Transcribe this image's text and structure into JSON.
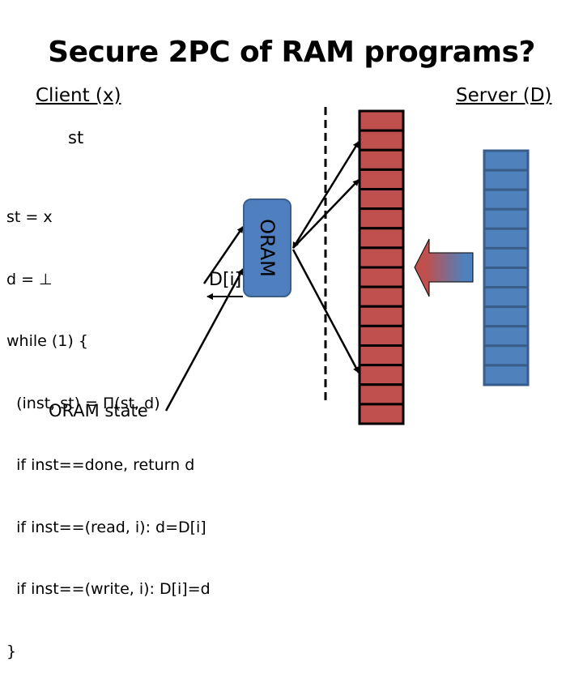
{
  "title": "Secure 2PC of RAM programs?",
  "client_label": "Client (x)",
  "server_label": "Server (D)",
  "st_label": "st",
  "code_lines": [
    "st = x",
    "d = ⊥",
    "while (1) {",
    "  (inst, st) = Π(st, d)",
    "  if inst==done, return d",
    "  if inst==(read, i): d=D[i]",
    "  if inst==(write, i): D[i]=d",
    "}"
  ],
  "oram_label": "ORAM",
  "oram_state_label": "ORAM state",
  "di_label": "D[i]",
  "server_memory": {
    "encrypted_cells": 16,
    "plain_cells": 12
  },
  "colors": {
    "encrypted": "#c0504d",
    "plain": "#4f81bd",
    "oram": "#4f7fbe"
  }
}
